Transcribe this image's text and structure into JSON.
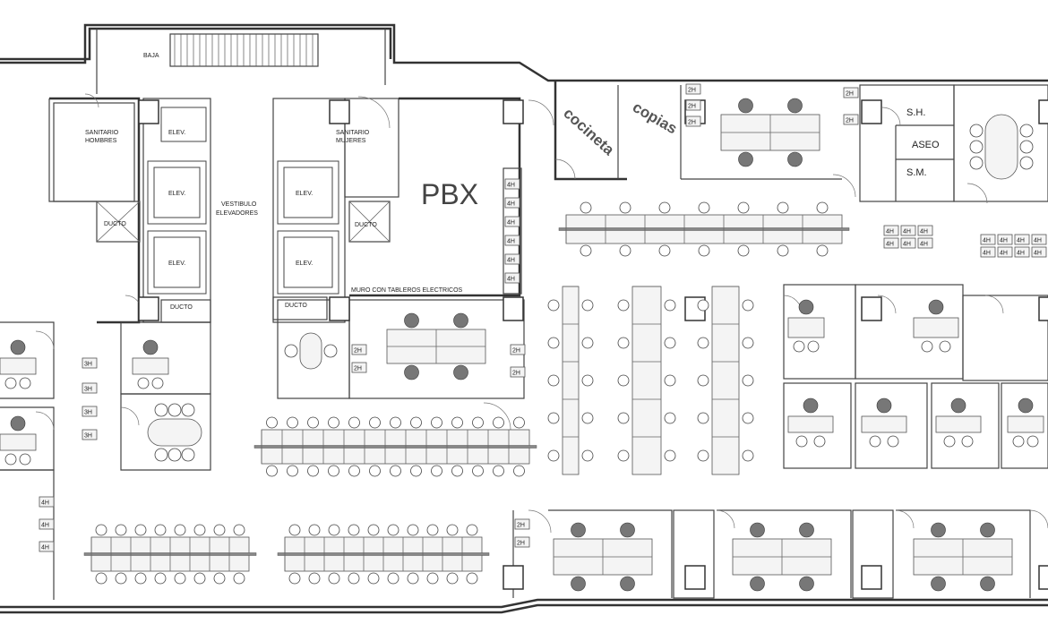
{
  "labels": {
    "baja": "BAJA",
    "sanitario_hombres_1": "SANITARIO",
    "sanitario_hombres_2": "HOMBRES",
    "sanitario_mujeres_1": "SANITARIO",
    "sanitario_mujeres_2": "MUJERES",
    "elev": "ELEV.",
    "vestibulo_1": "VESTIBULO",
    "vestibulo_2": "ELEVADORES",
    "ducto": "DUCTO",
    "pbx": "PBX",
    "muro_tableros": "MURO CON TABLEROS ELECTRICOS",
    "cocineta": "cocineta",
    "copias": "copias",
    "sh": "S.H.",
    "aseo": "ASEO",
    "sm": "S.M.",
    "cap_4h": "4H",
    "cap_3h": "3H",
    "cap_2h": "2H"
  },
  "colors": {
    "wall": "#333333",
    "furniture": "#777777",
    "background": "#ffffff"
  }
}
